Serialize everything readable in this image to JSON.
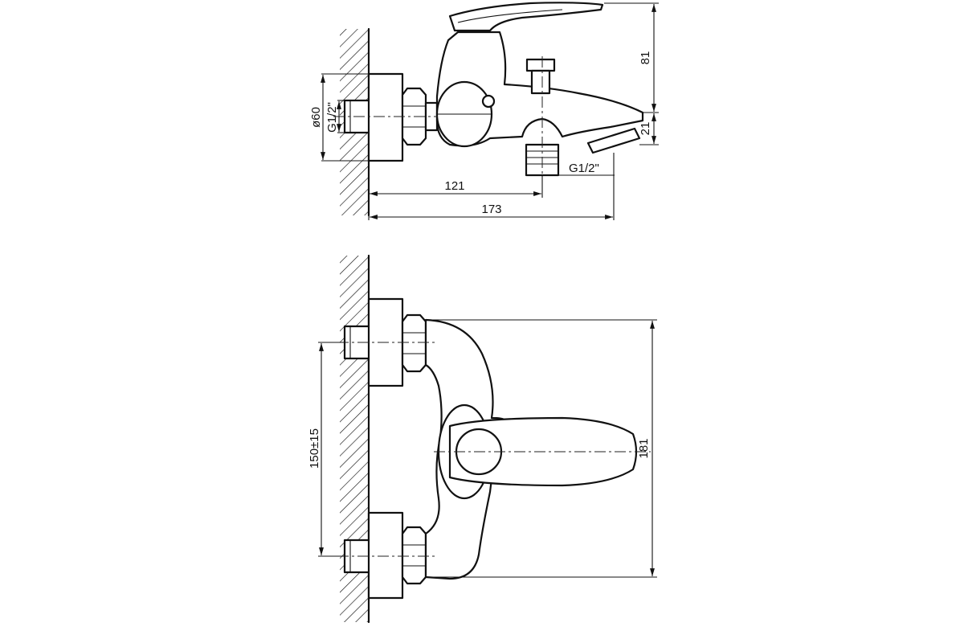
{
  "side_view": {
    "dim_diameter": "ø60",
    "dim_inlet_thread": "G1/2\"",
    "dim_outlet_thread": "G1/2\"",
    "dim_reach_outlet": "121",
    "dim_total_reach": "173",
    "dim_height": "81",
    "dim_spout_height": "21"
  },
  "front_view": {
    "dim_center_distance": "150±15",
    "dim_width": "181"
  }
}
